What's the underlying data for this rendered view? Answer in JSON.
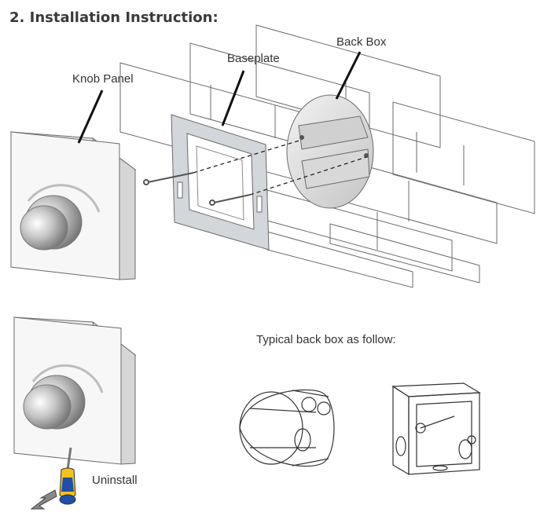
{
  "heading": "2. Installation Instruction:",
  "labels": {
    "knob_panel": "Knob Panel",
    "baseplate": "Baseplate",
    "back_box": "Back Box",
    "typical_back_box": "Typical back box as follow:",
    "uninstall": "Uninstall"
  },
  "colors": {
    "line": "#6b6b6b",
    "panel_face": "#f7f7f7",
    "panel_side": "#d9d9d9",
    "metal": "#c9ccd0",
    "screwdriver_handle": "#1f4fa8",
    "screwdriver_grip": "#f3c21b"
  }
}
